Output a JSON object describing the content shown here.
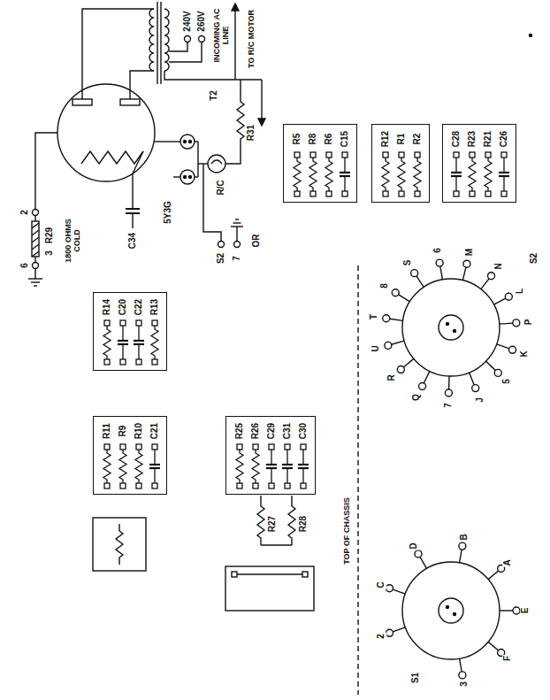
{
  "diagram": {
    "nodes": [
      {
        "text": [
          "R14",
          "C20",
          "C22",
          "R13"
        ]
      },
      {
        "text": [
          "R11",
          "R9",
          "R10",
          "C21"
        ]
      },
      {
        "text": [
          "R5",
          "R8",
          "R6",
          "C15"
        ]
      },
      {
        "text": [
          "R12",
          "R1",
          "R2"
        ]
      },
      {
        "text": [
          "C28",
          "R23",
          "R21",
          "C26"
        ]
      },
      {
        "text": [
          "R25",
          "R26",
          "C29",
          "C31",
          "C30"
        ]
      }
    ],
    "labels": [
      "240V",
      "260V",
      "INCOMING AC LINE",
      "TO R/C MOTOR",
      "T2",
      "R31",
      "5Y3G",
      "C34",
      "R/C",
      "S2",
      "7",
      "OR",
      "2",
      "R29",
      "3",
      "1800 OHMS COLD",
      "6",
      "R27",
      "R28",
      "TOP OF CHASSIS",
      "6",
      "M",
      "N",
      "L",
      "P",
      "K",
      "5",
      "J",
      "7",
      "Q",
      "R",
      "U",
      "T",
      "8",
      "S",
      "S2",
      "2",
      "C",
      "D",
      "B",
      "A",
      "E",
      "F",
      "3",
      "S1"
    ]
  }
}
